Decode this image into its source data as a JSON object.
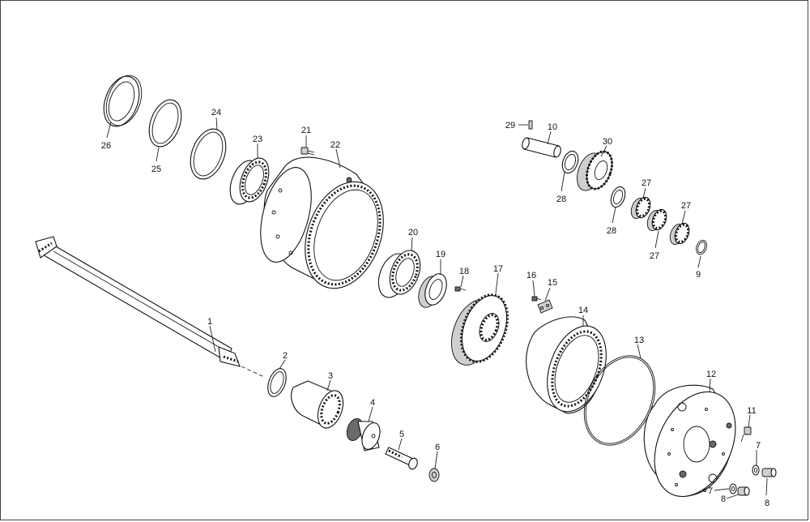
{
  "diagram": {
    "labels": {
      "p1": "1",
      "p2": "2",
      "p3": "3",
      "p4": "4",
      "p5": "5",
      "p6": "6",
      "p7a": "7",
      "p7b": "7",
      "p8a": "8",
      "p8b": "8",
      "p9": "9",
      "p10": "10",
      "p11": "11",
      "p12": "12",
      "p13": "13",
      "p14": "14",
      "p15": "15",
      "p16": "16",
      "p17": "17",
      "p18": "18",
      "p19": "19",
      "p20": "20",
      "p21": "21",
      "p22": "22",
      "p23": "23",
      "p24": "24",
      "p25": "25",
      "p26": "26",
      "p27a": "27",
      "p27b": "27",
      "p27c": "27",
      "p28a": "28",
      "p28b": "28",
      "p29": "29",
      "p30": "30"
    }
  }
}
